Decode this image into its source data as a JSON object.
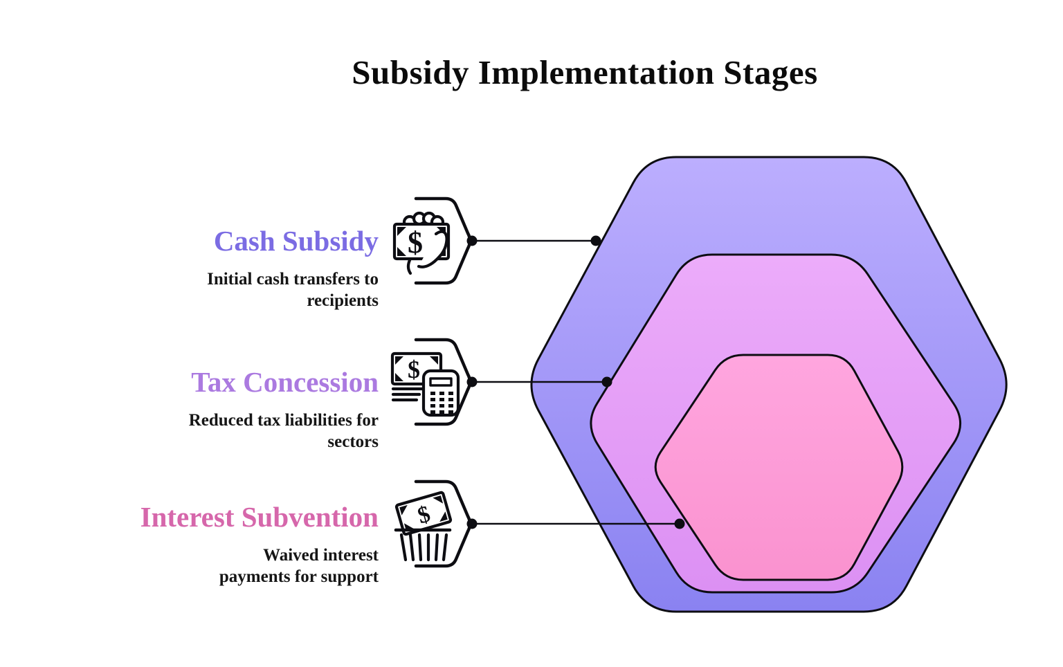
{
  "title": "Subsidy Implementation Stages",
  "items": [
    {
      "heading": "Cash Subsidy",
      "heading_color": "#7b6ce3",
      "description": "Initial cash transfers to\nrecipients",
      "icon": "cash-hand-icon"
    },
    {
      "heading": "Tax Concession",
      "heading_color": "#ab7ae0",
      "description": "Reduced tax liabilities for\nsectors",
      "icon": "bill-calculator-icon"
    },
    {
      "heading": "Interest Subvention",
      "heading_color": "#d667ab",
      "description": "Waived interest\npayments for support",
      "icon": "bill-basket-icon"
    }
  ],
  "icons": {
    "dollar": "$"
  },
  "colors": {
    "background": "#ffffff",
    "title_text": "#0b0b0b",
    "description_text": "#161616",
    "outline": "#0d0d12",
    "outer_hex_top": "#bcaefe",
    "outer_hex_bottom": "#8a82f1",
    "middle_hex_top": "#ecacfa",
    "middle_hex_bottom": "#dc90f3",
    "inner_hex_top": "#ffa6df",
    "inner_hex_bottom": "#fa92cf"
  }
}
